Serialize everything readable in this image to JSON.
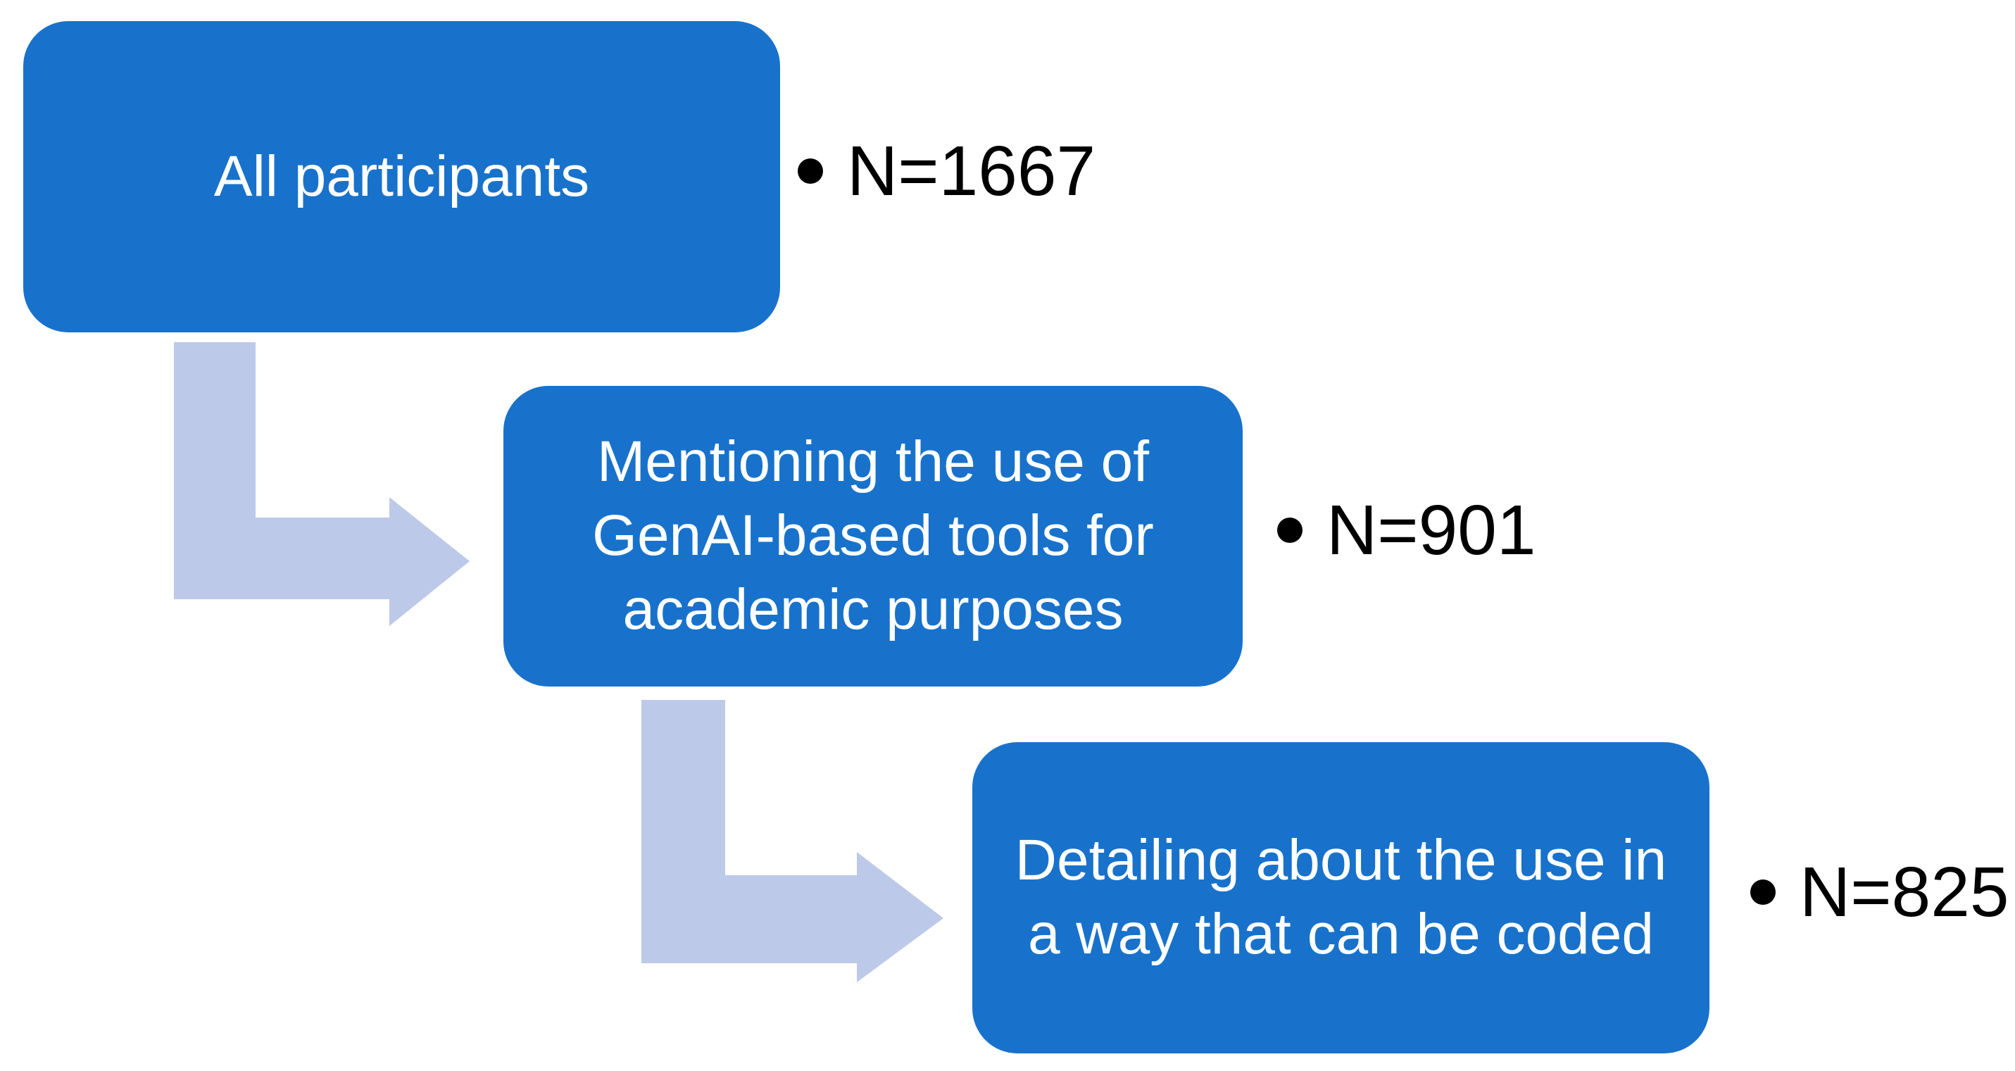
{
  "diagram": {
    "type": "participant-funnel-flow",
    "colors": {
      "box_fill": "#1872cb",
      "arrow_fill": "#bdc9e8",
      "box_text": "#ffffff",
      "count_text": "#000000",
      "background": "#ffffff"
    },
    "icons": {
      "count_bullet": "filled-circle",
      "connector": "elbow-arrow-down-right"
    }
  },
  "steps": [
    {
      "label": "All participants",
      "count": "N=1667"
    },
    {
      "label": "Mentioning the use of GenAI-based tools for academic purposes",
      "count": "N=901"
    },
    {
      "label": "Detailing about the use in a way that can be coded",
      "count": "N=825"
    }
  ]
}
